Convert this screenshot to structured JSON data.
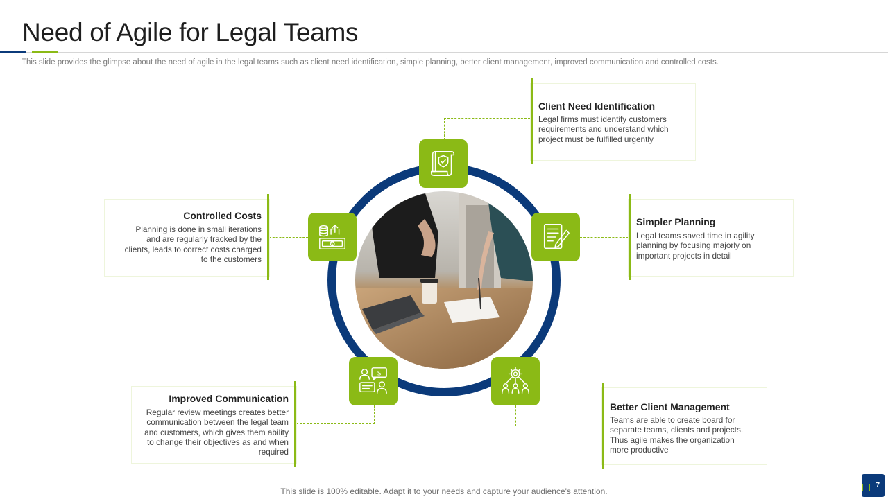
{
  "slide": {
    "title": "Need of Agile for Legal Teams",
    "subtitle": "This slide provides the glimpse about the need of agile in the legal teams such as client need identification, simple planning, better client management, improved communication and controlled costs.",
    "footer": "This slide is 100% editable. Adapt it to your needs and capture your audience's attention.",
    "page_number": "7"
  },
  "colors": {
    "accent_green": "#8bba16",
    "ring_navy": "#0b3a7a"
  },
  "items": {
    "client_need": {
      "title": "Client Need Identification",
      "text": "Legal firms must identify customers requirements and understand which project must be fulfilled urgently",
      "icon": "document-shield-icon"
    },
    "simpler_planning": {
      "title": "Simpler Planning",
      "text": "Legal teams saved time in agility planning by focusing majorly on important projects in detail",
      "icon": "checklist-pen-icon"
    },
    "better_client_management": {
      "title": "Better Client Management",
      "text": "Teams are able to create board for separate teams, clients and projects. Thus agile makes the organization more productive",
      "icon": "gear-team-icon"
    },
    "improved_communication": {
      "title": "Improved Communication",
      "text": "Regular review meetings creates better communication between the legal team and customers, which gives them ability to change their objectives as and when required",
      "icon": "people-chat-icon"
    },
    "controlled_costs": {
      "title": "Controlled Costs",
      "text": "Planning is done in small iterations and are regularly tracked by the clients, leads to correct costs charged to the customers",
      "icon": "money-coins-icon"
    }
  }
}
